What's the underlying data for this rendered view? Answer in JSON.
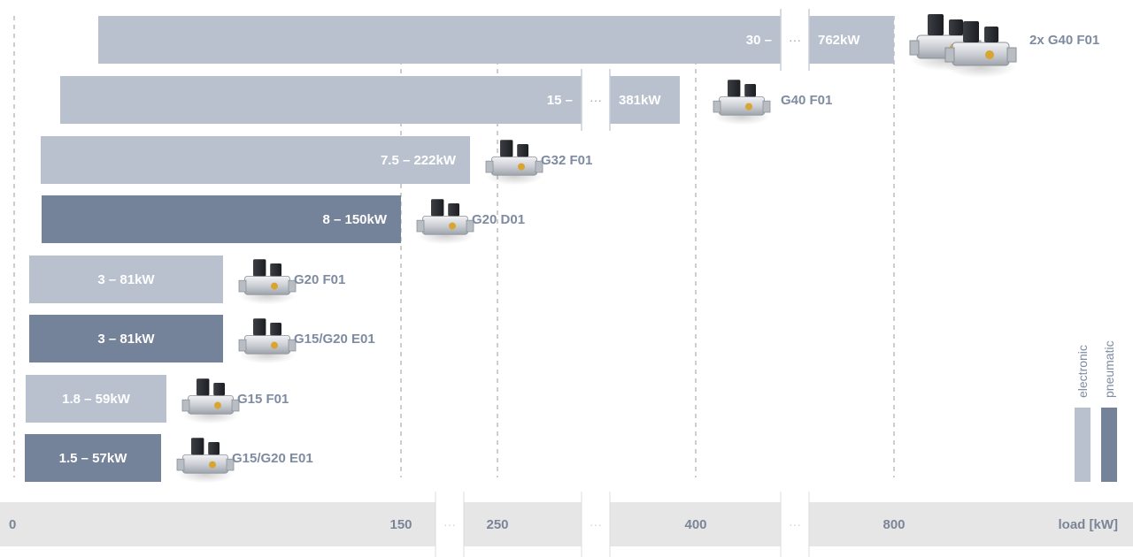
{
  "colors": {
    "electronic": "#b9c1cf",
    "pneumatic": "#75839a",
    "axis_band": "#e6e6e6",
    "text_muted": "#7e8ba0",
    "grid": "#9b9b9b"
  },
  "legend": [
    {
      "label": "electronic",
      "type": "electronic"
    },
    {
      "label": "pneumatic",
      "type": "pneumatic"
    }
  ],
  "chart_data": {
    "type": "bar",
    "orientation": "horizontal",
    "x_axis": {
      "label": "load [kW]",
      "scale": "broken",
      "ticks": [
        "0",
        "150",
        "250",
        "400",
        "800"
      ],
      "tick_values": [
        0,
        150,
        250,
        400,
        800
      ]
    },
    "grid": true,
    "legend_placement": "bottom-right",
    "series": [
      {
        "name": "electronic",
        "type": "electronic"
      },
      {
        "name": "pneumatic",
        "type": "pneumatic"
      }
    ],
    "bars": [
      {
        "model": "2x G40 F01",
        "type": "electronic",
        "range_text": [
          "30 –",
          "762kW"
        ],
        "min": 30,
        "max": 762,
        "split": true,
        "icon": "twin-gas-valve-icon"
      },
      {
        "model": "G40 F01",
        "type": "electronic",
        "range_text": [
          "15 –",
          "381kW"
        ],
        "min": 15,
        "max": 381,
        "split": true,
        "icon": "gas-valve-icon"
      },
      {
        "model": "G32 F01",
        "type": "electronic",
        "range_text": [
          "7.5 – 222kW"
        ],
        "min": 7.5,
        "max": 222,
        "split": false,
        "icon": "gas-valve-icon"
      },
      {
        "model": "G20 D01",
        "type": "pneumatic",
        "range_text": [
          "8 – 150kW"
        ],
        "min": 8,
        "max": 150,
        "split": false,
        "icon": "gas-valve-icon"
      },
      {
        "model": "G20 F01",
        "type": "electronic",
        "range_text": [
          "3 – 81kW"
        ],
        "min": 3,
        "max": 81,
        "split": false,
        "icon": "gas-valve-icon"
      },
      {
        "model": "G15/G20 E01",
        "type": "pneumatic",
        "range_text": [
          "3 – 81kW"
        ],
        "min": 3,
        "max": 81,
        "split": false,
        "icon": "gas-valve-icon"
      },
      {
        "model": "G15 F01",
        "type": "electronic",
        "range_text": [
          "1.8 – 59kW"
        ],
        "min": 1.8,
        "max": 59,
        "split": false,
        "icon": "gas-valve-icon"
      },
      {
        "model": "G15/G20 E01",
        "type": "pneumatic",
        "range_text": [
          "1.5 – 57kW"
        ],
        "min": 1.5,
        "max": 57,
        "split": false,
        "icon": "gas-valve-icon"
      }
    ]
  }
}
